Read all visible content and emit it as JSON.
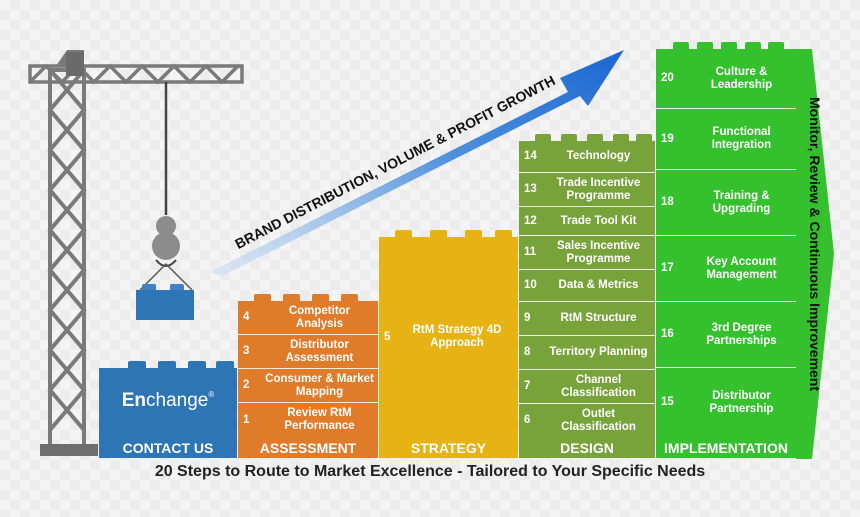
{
  "arrow_text": "BRAND DISTRIBUTION, VOLUME & PROFIT GROWTH",
  "logo": {
    "part1": "En",
    "part2": "change",
    "mark": "®"
  },
  "footers": {
    "contact": "CONTACT US",
    "assessment": "ASSESSMENT",
    "strategy": "STRATEGY",
    "design": "DESIGN",
    "implementation": "IMPLEMENTATION"
  },
  "assessment_steps": [
    {
      "num": "4",
      "label": "Competitor Analysis"
    },
    {
      "num": "3",
      "label": "Distributor Assessment"
    },
    {
      "num": "2",
      "label": "Consumer & Market Mapping"
    },
    {
      "num": "1",
      "label": "Review RtM Performance"
    }
  ],
  "strategy_step": {
    "num": "5",
    "label": "RtM Strategy 4D Approach"
  },
  "design_steps": [
    {
      "num": "14",
      "label": "Technology"
    },
    {
      "num": "13",
      "label": "Trade Incentive Programme"
    },
    {
      "num": "12",
      "label": "Trade Tool Kit"
    },
    {
      "num": "11",
      "label": "Sales Incentive Programme"
    },
    {
      "num": "10",
      "label": "Data & Metrics"
    },
    {
      "num": "9",
      "label": "RtM Structure"
    },
    {
      "num": "8",
      "label": "Territory Planning"
    },
    {
      "num": "7",
      "label": "Channel Classification"
    },
    {
      "num": "6",
      "label": "Outlet Classification"
    }
  ],
  "implementation_steps": [
    {
      "num": "20",
      "label": "Culture & Leadership"
    },
    {
      "num": "19",
      "label": "Functional Integration"
    },
    {
      "num": "18",
      "label": "Training & Upgrading"
    },
    {
      "num": "17",
      "label": "Key Account Management"
    },
    {
      "num": "16",
      "label": "3rd Degree Partnerships"
    },
    {
      "num": "15",
      "label": "Distributor Partnership"
    }
  ],
  "side_text": "Monitor, Review & Continuous Improvement",
  "caption": "20 Steps to Route to Market Excellence - Tailored to Your Specific Needs",
  "colors": {
    "contact": "#2e75b6",
    "assessment": "#e07b2a",
    "strategy": "#e6b214",
    "design": "#77a33a",
    "implementation": "#35c02e",
    "crane": "#7f7f7f"
  }
}
